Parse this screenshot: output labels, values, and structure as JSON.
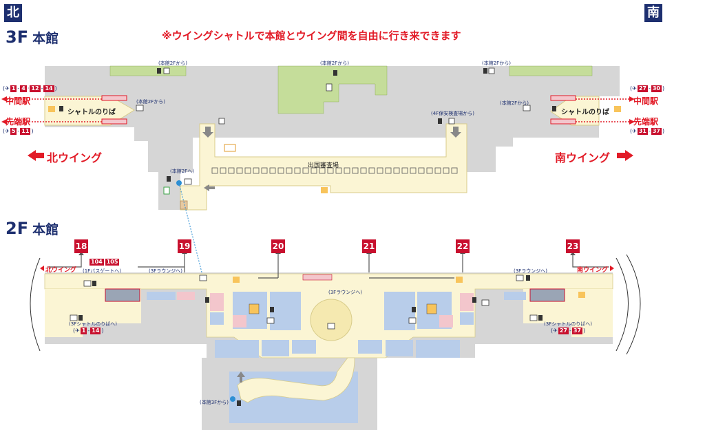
{
  "compass": {
    "north": "北",
    "south": "南"
  },
  "floor3": {
    "title_level": "3F",
    "title_name": "本館",
    "notice": "※ウイングシャトルで本館とウイング間を自由に行き来できます",
    "north_wing": "北ウイング",
    "south_wing": "南ウイング",
    "departure_hall": "出国審査場",
    "shuttle_left": "シャトルのりば",
    "shuttle_right": "シャトルのりば",
    "station_mid_left": "中間駅",
    "station_end_left": "先端駅",
    "station_mid_right": "中間駅",
    "station_end_right": "先端駅",
    "from_main2f_left": "(本館2Fから)",
    "from_main2f_top": "(本館2Fから)",
    "from_main2f_right": "(本館2Fから)",
    "from_main2f_shuttle_left": "(本館2Fから)",
    "from_main2f_shuttle_right": "(本館2Fから)",
    "from_4f": "(4F保安検査場から)",
    "to_main2f": "(本館2Fへ)",
    "left_mid_gates": [
      "1",
      "4",
      "12",
      "14"
    ],
    "left_end_gates": [
      "5",
      "11"
    ],
    "right_mid_gates": [
      "27",
      "30"
    ],
    "right_end_gates": [
      "31",
      "37"
    ]
  },
  "floor2": {
    "title_level": "2F",
    "title_name": "本館",
    "gates": [
      "18",
      "20",
      "21",
      "22",
      "23"
    ],
    "gate_19": "19",
    "gate_104": "104",
    "gate_105": "105",
    "north_wing": "北ウイング",
    "south_wing": "南ウイング",
    "bus_gate": "(1Fバスゲートへ)",
    "lounge_left": "(3Fラウンジへ)",
    "lounge_center": "(3Fラウンジへ)",
    "lounge_right": "(3Fラウンジへ)",
    "shuttle_left": "(3Fシャトルのりばへ)",
    "shuttle_right": "(3Fシャトルのりばへ)",
    "from_main3f": "(本館3Fから)",
    "left_gates": [
      "1",
      "14"
    ],
    "right_gates": [
      "27",
      "37"
    ]
  },
  "colors": {
    "navy": "#1d2f6f",
    "red": "#e21b27",
    "cream": "#fbf5d4",
    "gray": "#d6d6d6",
    "green": "#c5dd9a",
    "blue": "#b8cdea",
    "pink": "#f3c6cc"
  }
}
